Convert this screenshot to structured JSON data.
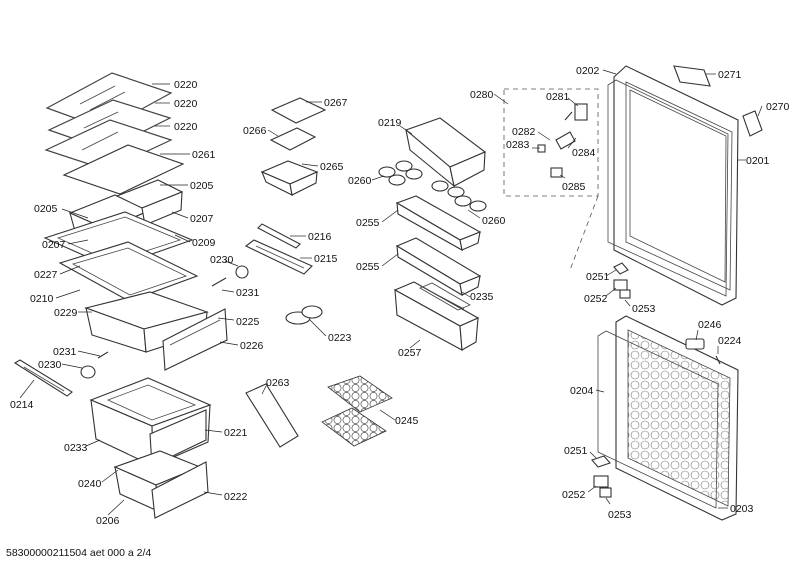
{
  "footer": "58300000211504 aet 000 a 2/4",
  "labels": [
    {
      "text": "0220"
    },
    {
      "text": "0220"
    },
    {
      "text": "0220"
    },
    {
      "text": "0261"
    },
    {
      "text": "0205"
    },
    {
      "text": "0205"
    },
    {
      "text": "0207"
    },
    {
      "text": "0207"
    },
    {
      "text": "0209"
    },
    {
      "text": "0227"
    },
    {
      "text": "0210"
    },
    {
      "text": "0229"
    },
    {
      "text": "0225"
    },
    {
      "text": "0226"
    },
    {
      "text": "0231"
    },
    {
      "text": "0230"
    },
    {
      "text": "0214"
    },
    {
      "text": "0233"
    },
    {
      "text": "0221"
    },
    {
      "text": "0240"
    },
    {
      "text": "0206"
    },
    {
      "text": "0222"
    },
    {
      "text": "0267"
    },
    {
      "text": "0266"
    },
    {
      "text": "0265"
    },
    {
      "text": "0216"
    },
    {
      "text": "0230"
    },
    {
      "text": "0215"
    },
    {
      "text": "0231"
    },
    {
      "text": "0223"
    },
    {
      "text": "0263"
    },
    {
      "text": "0245"
    },
    {
      "text": "0219"
    },
    {
      "text": "0260"
    },
    {
      "text": "0260"
    },
    {
      "text": "0255"
    },
    {
      "text": "0255"
    },
    {
      "text": "0235"
    },
    {
      "text": "0257"
    },
    {
      "text": "0280"
    },
    {
      "text": "0281"
    },
    {
      "text": "0282"
    },
    {
      "text": "0283"
    },
    {
      "text": "0284"
    },
    {
      "text": "0285"
    },
    {
      "text": "0202"
    },
    {
      "text": "0271"
    },
    {
      "text": "0270"
    },
    {
      "text": "0201"
    },
    {
      "text": "0251"
    },
    {
      "text": "0252"
    },
    {
      "text": "0253"
    },
    {
      "text": "0246"
    },
    {
      "text": "0224"
    },
    {
      "text": "0204"
    },
    {
      "text": "0251"
    },
    {
      "text": "0252"
    },
    {
      "text": "0253"
    },
    {
      "text": "0203"
    }
  ]
}
